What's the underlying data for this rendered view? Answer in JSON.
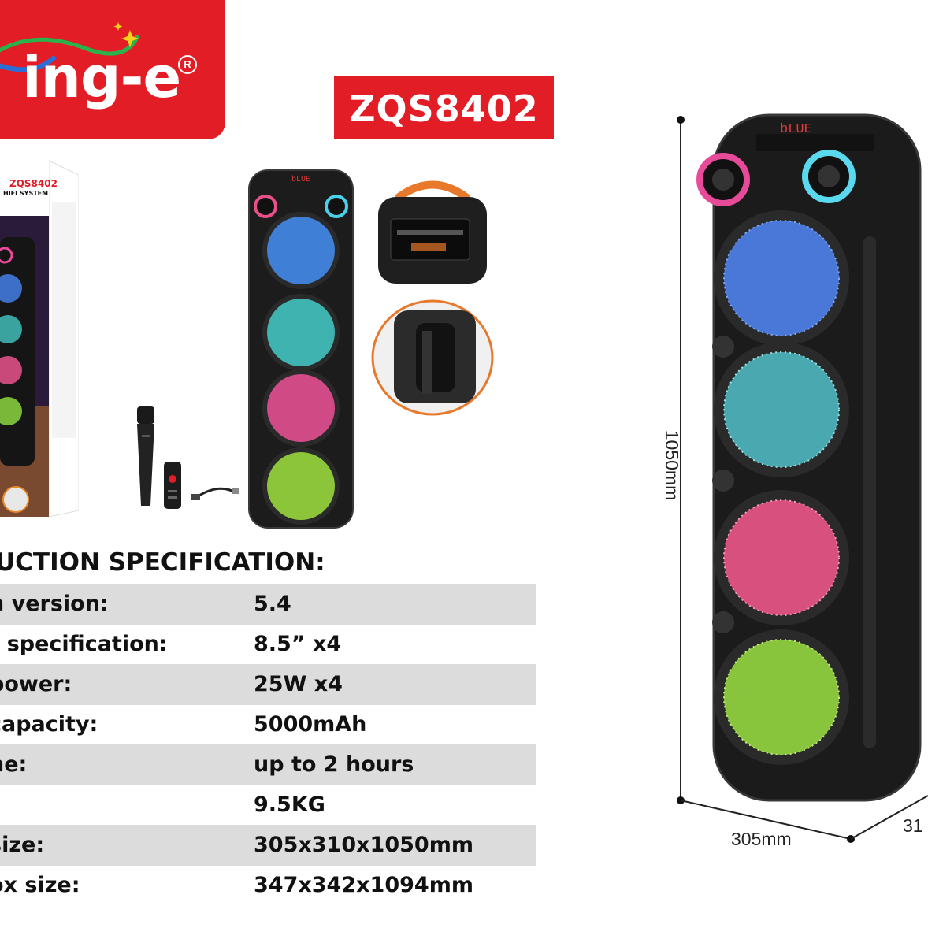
{
  "brand": {
    "name": "ing-e",
    "reg": "R"
  },
  "model": "ZQS8402",
  "box": {
    "model": "ZQS8402",
    "subtitle": "HIFI SYSTEM"
  },
  "speaker_display": "bLUE",
  "spec": {
    "title": "UCTION SPECIFICATION:",
    "rows": [
      {
        "key": "h version:",
        "value": "5.4"
      },
      {
        "key": "r specification:",
        "value": "8.5”  x4"
      },
      {
        "key": "power:",
        "value": "25W x4"
      },
      {
        "key": "capacity:",
        "value": "5000mAh"
      },
      {
        "key": "ne:",
        "value": "up to 2 hours"
      },
      {
        "key": "",
        "value": "9.5KG"
      },
      {
        "key": "size:",
        "value": "305x310x1050mm"
      },
      {
        "key": "ox size:",
        "value": "347x342x1094mm"
      }
    ]
  },
  "dimensions": {
    "height": "1050mm",
    "width": "305mm",
    "depth": "31"
  },
  "colors": {
    "brand_red": "#e21d26",
    "shade": "#dcdcdc"
  },
  "icons": [
    "star-sparkle-icon",
    "microphone-icon",
    "remote-icon",
    "usb-cable-icon"
  ]
}
